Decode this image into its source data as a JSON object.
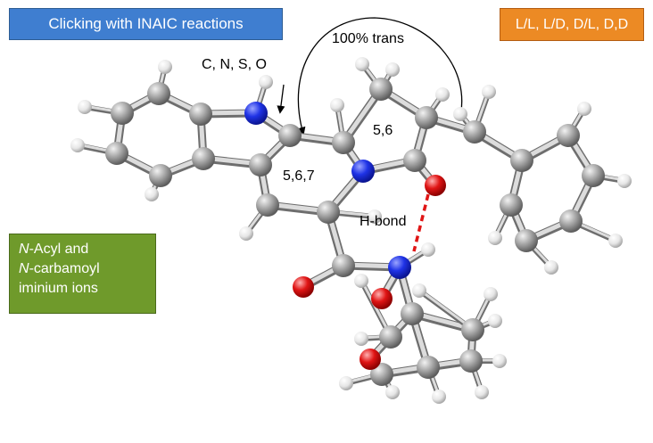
{
  "title_box": {
    "text": "Clicking with INAIC reactions",
    "color": "#3f7ed0"
  },
  "stereo_box": {
    "text": "L/L, L/D, D/L, D,D",
    "color": "#ec8a24"
  },
  "ions_box": {
    "line1_italic": "N",
    "line1_rest": "-Acyl and",
    "line2_italic": "N",
    "line2_rest": "-carbamoyl",
    "line3": "iminium ions",
    "color": "#6f9a2b"
  },
  "labels": {
    "heteroatoms": "C, N, S, O",
    "trans": "100% trans",
    "ring_5_6": "5,6",
    "ring_5_6_7": "5,6,7",
    "hbond": "H-bond"
  },
  "colors": {
    "carbon": "#9a9a9a",
    "nitrogen": "#1e2fe0",
    "oxygen": "#e01515",
    "hydrogen": "#e8e8e8",
    "hbond": "#e01515"
  }
}
